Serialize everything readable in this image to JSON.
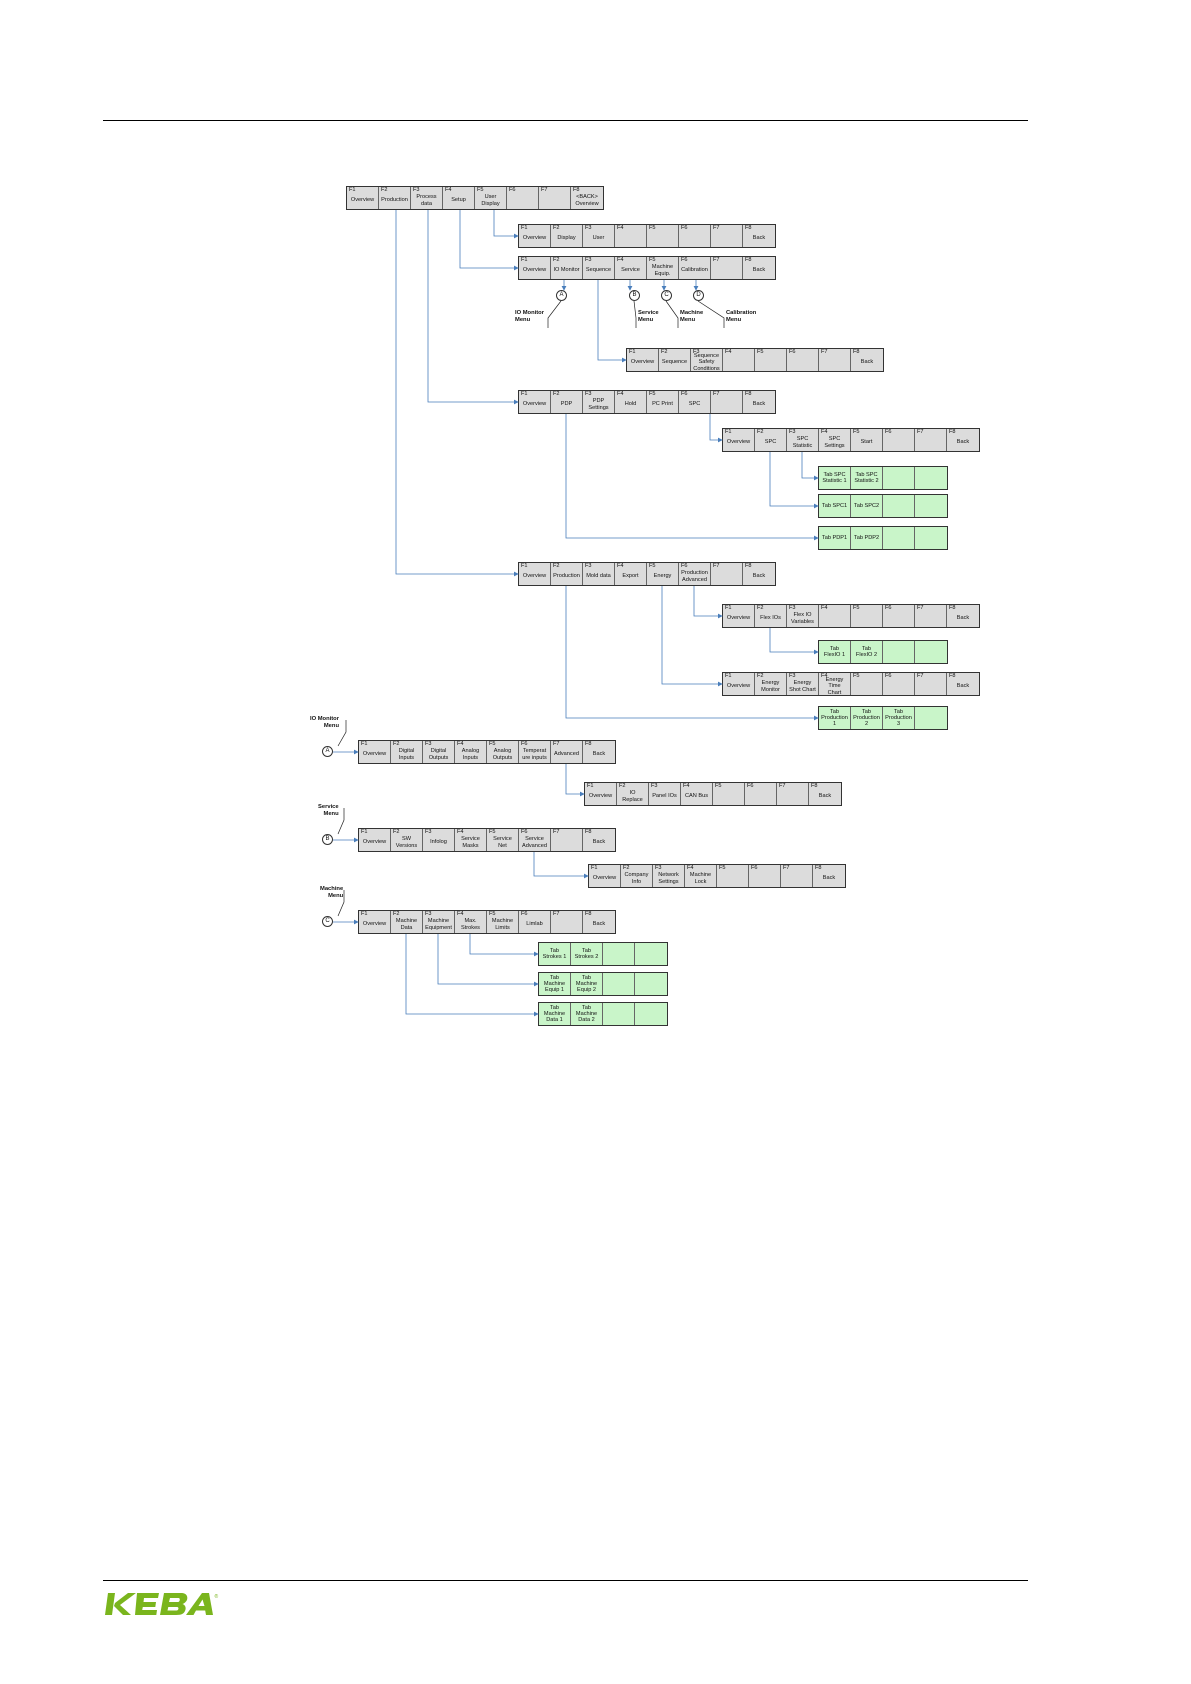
{
  "footer": {
    "logo_text": "KEBA",
    "logo_color": "#7ab51d"
  },
  "diagram": {
    "colors": {
      "key_fill": "#dcdcdc",
      "tab_fill": "#c9f5c9",
      "connector": "#4a7ebb",
      "border": "#333333"
    },
    "bars": [
      {
        "id": "main",
        "keys": [
          {
            "f": "F1",
            "label": "Overview"
          },
          {
            "f": "F2",
            "label": "Production"
          },
          {
            "f": "F3",
            "label": "Process\ndata"
          },
          {
            "f": "F4",
            "label": "Setup"
          },
          {
            "f": "F5",
            "label": "User\nDisplay"
          },
          {
            "f": "F6",
            "label": ""
          },
          {
            "f": "F7",
            "label": ""
          },
          {
            "f": "F8",
            "label": "<BACK>\nOverview"
          }
        ]
      },
      {
        "id": "user-display",
        "keys": [
          {
            "f": "F1",
            "label": "Overview"
          },
          {
            "f": "F2",
            "label": "Display"
          },
          {
            "f": "F3",
            "label": "User"
          },
          {
            "f": "F4",
            "label": ""
          },
          {
            "f": "F5",
            "label": ""
          },
          {
            "f": "F6",
            "label": ""
          },
          {
            "f": "F7",
            "label": ""
          },
          {
            "f": "F8",
            "label": "Back"
          }
        ]
      },
      {
        "id": "setup",
        "keys": [
          {
            "f": "F1",
            "label": "Overview"
          },
          {
            "f": "F2",
            "label": "IO Monitor"
          },
          {
            "f": "F3",
            "label": "Sequence"
          },
          {
            "f": "F4",
            "label": "Service"
          },
          {
            "f": "F5",
            "label": "Machine\nEquip."
          },
          {
            "f": "F6",
            "label": "Calibration"
          },
          {
            "f": "F7",
            "label": ""
          },
          {
            "f": "F8",
            "label": "Back"
          }
        ]
      },
      {
        "id": "sequence",
        "keys": [
          {
            "f": "F1",
            "label": "Overview"
          },
          {
            "f": "F2",
            "label": "Sequence"
          },
          {
            "f": "F3",
            "label": "Sequence\nSafety\nConditions"
          },
          {
            "f": "F4",
            "label": ""
          },
          {
            "f": "F5",
            "label": ""
          },
          {
            "f": "F6",
            "label": ""
          },
          {
            "f": "F7",
            "label": ""
          },
          {
            "f": "F8",
            "label": "Back"
          }
        ]
      },
      {
        "id": "process-data",
        "keys": [
          {
            "f": "F1",
            "label": "Overview"
          },
          {
            "f": "F2",
            "label": "PDP"
          },
          {
            "f": "F3",
            "label": "PDP\nSettings"
          },
          {
            "f": "F4",
            "label": "Hold"
          },
          {
            "f": "F5",
            "label": "PC Print"
          },
          {
            "f": "F6",
            "label": "SPC"
          },
          {
            "f": "F7",
            "label": ""
          },
          {
            "f": "F8",
            "label": "Back"
          }
        ]
      },
      {
        "id": "spc",
        "keys": [
          {
            "f": "F1",
            "label": "Overview"
          },
          {
            "f": "F2",
            "label": "SPC"
          },
          {
            "f": "F3",
            "label": "SPC\nStatistic"
          },
          {
            "f": "F4",
            "label": "SPC\nSettings"
          },
          {
            "f": "F5",
            "label": "Start"
          },
          {
            "f": "F6",
            "label": ""
          },
          {
            "f": "F7",
            "label": ""
          },
          {
            "f": "F8",
            "label": "Back"
          }
        ]
      },
      {
        "id": "tabs-spc-statistic",
        "green": true,
        "keys": [
          {
            "f": "",
            "label": "Tab SPC\nStatistic 1"
          },
          {
            "f": "",
            "label": "Tab SPC\nStatistic 2"
          },
          {
            "f": "",
            "label": ""
          },
          {
            "f": "",
            "label": ""
          }
        ]
      },
      {
        "id": "tabs-spc",
        "green": true,
        "keys": [
          {
            "f": "",
            "label": "Tab SPC1"
          },
          {
            "f": "",
            "label": "Tab SPC2"
          },
          {
            "f": "",
            "label": ""
          },
          {
            "f": "",
            "label": ""
          }
        ]
      },
      {
        "id": "tabs-pdp",
        "green": true,
        "keys": [
          {
            "f": "",
            "label": "Tab PDP1"
          },
          {
            "f": "",
            "label": "Tab PDP2"
          },
          {
            "f": "",
            "label": ""
          },
          {
            "f": "",
            "label": ""
          }
        ]
      },
      {
        "id": "production",
        "keys": [
          {
            "f": "F1",
            "label": "Overview"
          },
          {
            "f": "F2",
            "label": "Production"
          },
          {
            "f": "F3",
            "label": "Mold data"
          },
          {
            "f": "F4",
            "label": "Export"
          },
          {
            "f": "F5",
            "label": "Energy"
          },
          {
            "f": "F6",
            "label": "Production\nAdvanced"
          },
          {
            "f": "F7",
            "label": ""
          },
          {
            "f": "F8",
            "label": "Back"
          }
        ]
      },
      {
        "id": "production-advanced",
        "keys": [
          {
            "f": "F1",
            "label": "Overview"
          },
          {
            "f": "F2",
            "label": "Flex IOs"
          },
          {
            "f": "F3",
            "label": "Flex IO\nVariables"
          },
          {
            "f": "F4",
            "label": ""
          },
          {
            "f": "F5",
            "label": ""
          },
          {
            "f": "F6",
            "label": ""
          },
          {
            "f": "F7",
            "label": ""
          },
          {
            "f": "F8",
            "label": "Back"
          }
        ]
      },
      {
        "id": "tabs-flexio",
        "green": true,
        "keys": [
          {
            "f": "",
            "label": "Tab\nFlexIO 1"
          },
          {
            "f": "",
            "label": "Tab\nFlexIO 2"
          },
          {
            "f": "",
            "label": ""
          },
          {
            "f": "",
            "label": ""
          }
        ]
      },
      {
        "id": "energy",
        "keys": [
          {
            "f": "F1",
            "label": "Overview"
          },
          {
            "f": "F2",
            "label": "Energy\nMonitor"
          },
          {
            "f": "F3",
            "label": "Energy\nShot Chart"
          },
          {
            "f": "F4",
            "label": "Energy\nTime\nChart"
          },
          {
            "f": "F5",
            "label": ""
          },
          {
            "f": "F6",
            "label": ""
          },
          {
            "f": "F7",
            "label": ""
          },
          {
            "f": "F8",
            "label": "Back"
          }
        ]
      },
      {
        "id": "tabs-production",
        "green": true,
        "keys": [
          {
            "f": "",
            "label": "Tab\nProduction\n1"
          },
          {
            "f": "",
            "label": "Tab\nProduction\n2"
          },
          {
            "f": "",
            "label": "Tab\nProduction\n3"
          },
          {
            "f": "",
            "label": ""
          }
        ]
      },
      {
        "id": "io-monitor",
        "keys": [
          {
            "f": "F1",
            "label": "Overview"
          },
          {
            "f": "F2",
            "label": "Digital\nInputs"
          },
          {
            "f": "F3",
            "label": "Digital\nOutputs"
          },
          {
            "f": "F4",
            "label": "Analog\nInputs"
          },
          {
            "f": "F5",
            "label": "Analog\nOutputs"
          },
          {
            "f": "F6",
            "label": "Temperat\nure inputs"
          },
          {
            "f": "F7",
            "label": "Advanced"
          },
          {
            "f": "F8",
            "label": "Back"
          }
        ]
      },
      {
        "id": "io-advanced",
        "keys": [
          {
            "f": "F1",
            "label": "Overview"
          },
          {
            "f": "F2",
            "label": "IO\nReplace"
          },
          {
            "f": "F3",
            "label": "Panel IOs"
          },
          {
            "f": "F4",
            "label": "CAN Bus"
          },
          {
            "f": "F5",
            "label": ""
          },
          {
            "f": "F6",
            "label": ""
          },
          {
            "f": "F7",
            "label": ""
          },
          {
            "f": "F8",
            "label": "Back"
          }
        ]
      },
      {
        "id": "service",
        "keys": [
          {
            "f": "F1",
            "label": "Overview"
          },
          {
            "f": "F2",
            "label": "SW\nVersions"
          },
          {
            "f": "F3",
            "label": "Infolog"
          },
          {
            "f": "F4",
            "label": "Service\nMasks"
          },
          {
            "f": "F5",
            "label": "Service\nNet"
          },
          {
            "f": "F6",
            "label": "Service\nAdvanced"
          },
          {
            "f": "F7",
            "label": ""
          },
          {
            "f": "F8",
            "label": "Back"
          }
        ]
      },
      {
        "id": "service-advanced",
        "keys": [
          {
            "f": "F1",
            "label": "Overview"
          },
          {
            "f": "F2",
            "label": "Company\nInfo"
          },
          {
            "f": "F3",
            "label": "Network\nSettings"
          },
          {
            "f": "F4",
            "label": "Machine\nLock"
          },
          {
            "f": "F5",
            "label": ""
          },
          {
            "f": "F6",
            "label": ""
          },
          {
            "f": "F7",
            "label": ""
          },
          {
            "f": "F8",
            "label": "Back"
          }
        ]
      },
      {
        "id": "machine",
        "keys": [
          {
            "f": "F1",
            "label": "Overview"
          },
          {
            "f": "F2",
            "label": "Machine\nData"
          },
          {
            "f": "F3",
            "label": "Machine\nEquipment"
          },
          {
            "f": "F4",
            "label": "Max.\nStrokes"
          },
          {
            "f": "F5",
            "label": "Machine\nLimits"
          },
          {
            "f": "F6",
            "label": "Limlab"
          },
          {
            "f": "F7",
            "label": ""
          },
          {
            "f": "F8",
            "label": "Back"
          }
        ]
      },
      {
        "id": "tabs-strokes",
        "green": true,
        "keys": [
          {
            "f": "",
            "label": "Tab\nStrokes 1"
          },
          {
            "f": "",
            "label": "Tab\nStrokes 2"
          },
          {
            "f": "",
            "label": ""
          },
          {
            "f": "",
            "label": ""
          }
        ]
      },
      {
        "id": "tabs-machine-equip",
        "green": true,
        "keys": [
          {
            "f": "",
            "label": "Tab\nMachine\nEquip 1"
          },
          {
            "f": "",
            "label": "Tab\nMachine\nEquip 2"
          },
          {
            "f": "",
            "label": ""
          },
          {
            "f": "",
            "label": ""
          }
        ]
      },
      {
        "id": "tabs-machine-data",
        "green": true,
        "keys": [
          {
            "f": "",
            "label": "Tab\nMachine\nData 1"
          },
          {
            "f": "",
            "label": "Tab\nMachine\nData 2"
          },
          {
            "f": "",
            "label": ""
          },
          {
            "f": "",
            "label": ""
          }
        ]
      }
    ],
    "callouts": [
      {
        "id": "io-monitor-menu",
        "letter": "A",
        "label": "IO Monitor\nMenu"
      },
      {
        "id": "service-menu",
        "letter": "B",
        "label": "Service\nMenu"
      },
      {
        "id": "machine-menu",
        "letter": "C",
        "label": "Machine\nMenu"
      },
      {
        "id": "calibration-menu",
        "letter": "D",
        "label": "Calibration\nMenu"
      }
    ],
    "section_headers": [
      {
        "id": "io-monitor-section",
        "letter": "A",
        "label": "IO Monitor\nMenu"
      },
      {
        "id": "service-section",
        "letter": "B",
        "label": "Service\nMenu"
      },
      {
        "id": "machine-section",
        "letter": "C",
        "label": "Machine\nMenu"
      }
    ]
  }
}
